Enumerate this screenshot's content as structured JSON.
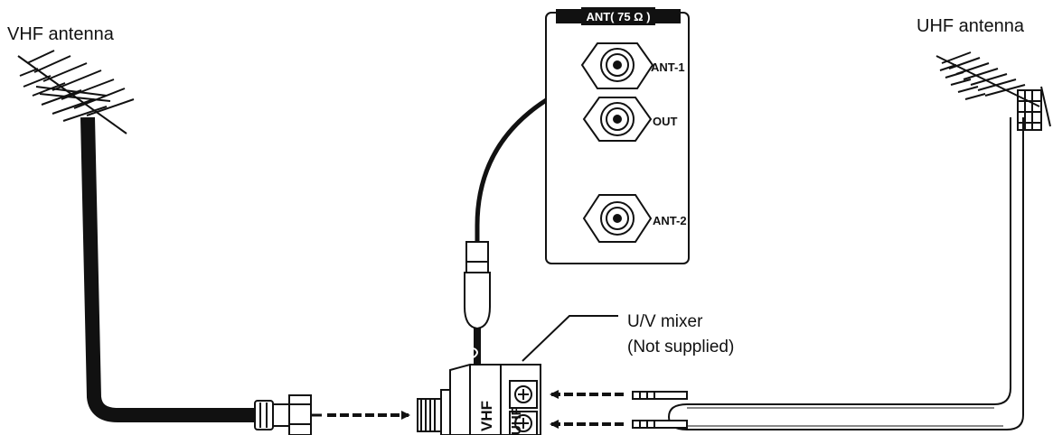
{
  "labels": {
    "vhf_antenna": "VHF antenna",
    "uhf_antenna": "UHF antenna",
    "panel_header": "ANT( 75 Ω )",
    "ant1": "ANT-1",
    "out": "OUT",
    "ant2": "ANT-2",
    "mixer_line1": "U/V mixer",
    "mixer_line2": "(Not supplied)",
    "vhf_port": "VHF",
    "uhf_port": "UHF"
  }
}
